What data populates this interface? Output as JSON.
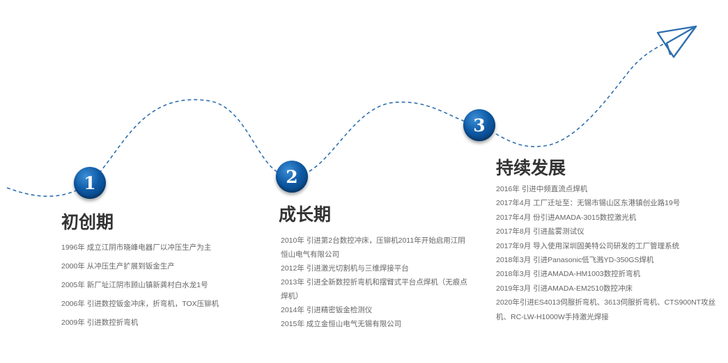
{
  "phases": [
    {
      "number": "1",
      "title": "初创期",
      "events": [
        "1996年 成立江阴市晓峰电器厂以冲压生产为主",
        "2000年 从冲压生产扩展到钣金生产",
        "2005年 新厂址江阴市顾山镇新龚村白水龙1号",
        "2006年 引进数控钣金冲床，折弯机，TOX压铆机",
        "2009年 引进数控折弯机"
      ]
    },
    {
      "number": "2",
      "title": "成长期",
      "events": [
        "2010年 引进第2台数控冲床，压铆机2011年开始启用江阴恒山电气有限公司",
        "2012年 引进激光切割机与三维焊接平台",
        "2013年 引进全新数控折弯机和摆臂式平台点焊机（无痕点焊机）",
        "2014年 引进精密钣金检测仪",
        "2015年 成立金恒山电气无锡有限公司"
      ]
    },
    {
      "number": "3",
      "title": "持续发展",
      "events": [
        "2016年 引进中频直流点焊机",
        "2017年4月 工厂迁址至：无锡市锡山区东港镇创业路19号",
        "2017年4月 份引进AMADA-3015数控激光机",
        "2017年8月 引进盐雾测试仪",
        "2017年9月 导入使用深圳固美特公司研发的工厂管理系统",
        "2018年3月 引进Panasonic低飞溅YD-350GS焊机",
        "2018年3月 引进AMADA-HM1003数控折弯机",
        "2019年3月 引进AMADA-EM2510数控冲床",
        "2020年引进ES4013伺服折弯机、3613伺服折弯机、CTS900NT攻丝机、RC-LW-H1000W手持激光焊接"
      ]
    }
  ],
  "colors": {
    "curve": "#2e6fb0",
    "marker": "#0e5aa6",
    "title": "#333333",
    "text": "#666666"
  },
  "icons": {
    "end": "paper-plane-icon"
  }
}
